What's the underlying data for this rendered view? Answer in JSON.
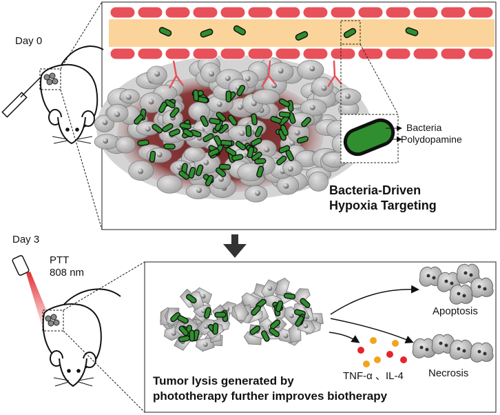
{
  "panel_top": {
    "day_label": "Day 0",
    "title_line1": "Bacteria-Driven",
    "title_line2": "Hypoxia Targeting",
    "inset_label_bacteria": "Bacteria",
    "inset_label_coating": "Polydopamine"
  },
  "panel_bottom": {
    "day_label": "Day 3",
    "laser_label_1": "PTT",
    "laser_label_2": "808 nm",
    "outcome_apoptosis": "Apoptosis",
    "outcome_necrosis": "Necrosis",
    "cytokines": "TNF-α 、IL-4",
    "caption_line1": "Tumor lysis generated by",
    "caption_line2": "phototherapy further improves biotherapy"
  },
  "colors": {
    "vessel_wall": "#e8505a",
    "vessel_lumen": "#fad49a",
    "bacteria": "#2f8f2f",
    "tumor_core": "#7a2b2b",
    "cell_gray": "#bdbdbd",
    "laser_red": "#e0191f",
    "cytokine_orange": "#f3a31e",
    "cytokine_red": "#e5252a"
  }
}
